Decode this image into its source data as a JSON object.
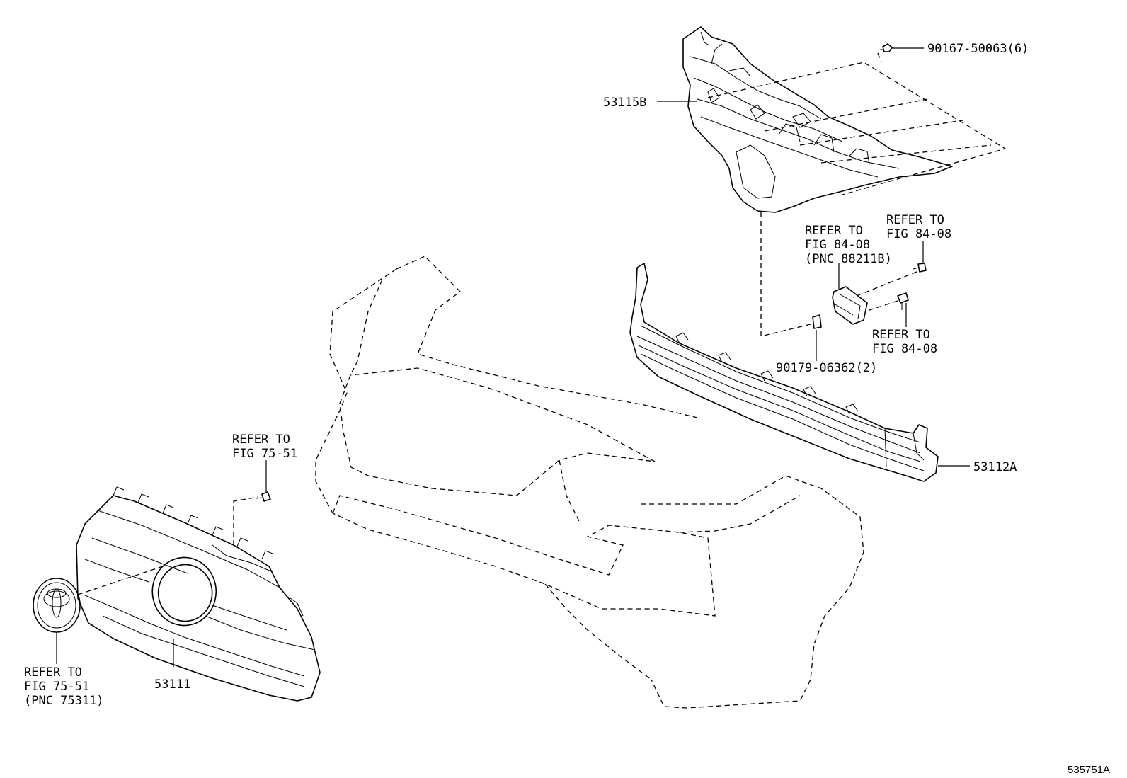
{
  "labels": {
    "bolt_top": "90167-50063(6)",
    "retainer_top": "53115B",
    "refer_sensor_1": "REFER TO",
    "refer_sensor_2": "FIG 84-08",
    "refer_sensor_3": "(PNC 88211B)",
    "refer_right_top_1": "REFER TO",
    "refer_right_top_2": "FIG 84-08",
    "refer_right_bottom_1": "REFER TO",
    "refer_right_bottom_2": "FIG 84-08",
    "clip_mid": "90179-06362(2)",
    "lower_grille": "53112A",
    "refer_grille_bolt_1": "REFER TO",
    "refer_grille_bolt_2": "FIG 75-51",
    "refer_emblem_1": "REFER TO",
    "refer_emblem_2": "FIG 75-51",
    "refer_emblem_3": "(PNC 75311)",
    "radiator_grille": "53111",
    "figure_id": "535751A"
  }
}
